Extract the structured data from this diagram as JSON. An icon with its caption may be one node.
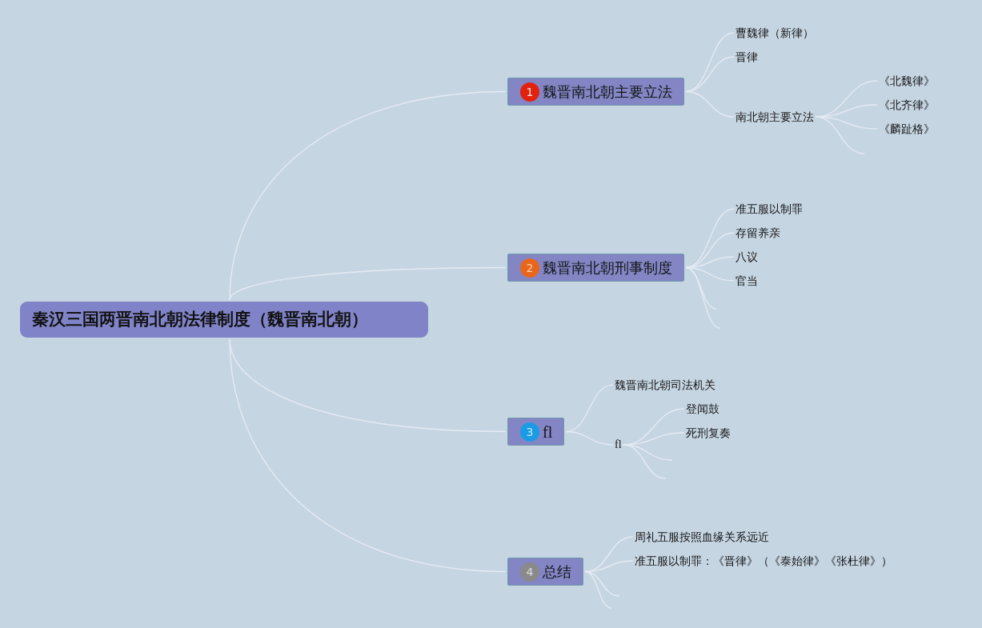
{
  "diagram": {
    "nodes": [
      {
        "text": [
          "秦汉三国两晋南北朝法律制度（魏晋南北朝）"
        ]
      },
      {
        "text": [
          "1",
          "魏晋南北朝主要立法"
        ]
      },
      {
        "text": [
          "曹魏律（新律）"
        ]
      },
      {
        "text": [
          "晋律"
        ]
      },
      {
        "text": [
          "南北朝主要立法"
        ]
      },
      {
        "text": [
          "《北魏律》"
        ]
      },
      {
        "text": [
          "《北齐律》"
        ]
      },
      {
        "text": [
          "《麟趾格》"
        ]
      },
      {
        "text": [
          "2",
          "魏晋南北朝刑事制度"
        ]
      },
      {
        "text": [
          "准五服以制罪"
        ]
      },
      {
        "text": [
          "存留养亲"
        ]
      },
      {
        "text": [
          "八议"
        ]
      },
      {
        "text": [
          "官当"
        ]
      },
      {
        "text": [
          "3",
          "fl"
        ]
      },
      {
        "text": [
          "魏晋南北朝司法机关"
        ]
      },
      {
        "text": [
          "fl"
        ]
      },
      {
        "text": [
          "登闻鼓"
        ]
      },
      {
        "text": [
          "死刑复奏"
        ]
      },
      {
        "text": [
          "4",
          "总结"
        ]
      },
      {
        "text": [
          "周礼五服按照血缘关系远近"
        ]
      },
      {
        "text": [
          "准五服以制罪：《晋律》（《泰始律》《张杜律》）"
        ]
      }
    ],
    "edges": [
      {
        "from": 0,
        "to": 1,
        "arrow": "none"
      },
      {
        "from": 0,
        "to": 8,
        "arrow": "none"
      },
      {
        "from": 0,
        "to": 13,
        "arrow": "none"
      },
      {
        "from": 0,
        "to": 18,
        "arrow": "none"
      },
      {
        "from": 1,
        "to": 2,
        "arrow": "none"
      },
      {
        "from": 1,
        "to": 3,
        "arrow": "none"
      },
      {
        "from": 1,
        "to": 4,
        "arrow": "none"
      },
      {
        "from": 4,
        "to": 5,
        "arrow": "none"
      },
      {
        "from": 4,
        "to": 6,
        "arrow": "none"
      },
      {
        "from": 4,
        "to": 7,
        "arrow": "none"
      },
      {
        "from": 4,
        "to": null,
        "arrow": "none"
      },
      {
        "from": 8,
        "to": 9,
        "arrow": "none"
      },
      {
        "from": 8,
        "to": 10,
        "arrow": "none"
      },
      {
        "from": 8,
        "to": 11,
        "arrow": "none"
      },
      {
        "from": 8,
        "to": 12,
        "arrow": "none"
      },
      {
        "from": 8,
        "to": null,
        "arrow": "none"
      },
      {
        "from": 8,
        "to": null,
        "arrow": "none"
      },
      {
        "from": 13,
        "to": 14,
        "arrow": "none"
      },
      {
        "from": 13,
        "to": 15,
        "arrow": "none"
      },
      {
        "from": 15,
        "to": 16,
        "arrow": "none"
      },
      {
        "from": 15,
        "to": 17,
        "arrow": "none"
      },
      {
        "from": 15,
        "to": null,
        "arrow": "none"
      },
      {
        "from": 15,
        "to": null,
        "arrow": "none"
      },
      {
        "from": 18,
        "to": 19,
        "arrow": "none"
      },
      {
        "from": 18,
        "to": 20,
        "arrow": "none"
      },
      {
        "from": 18,
        "to": null,
        "arrow": "none"
      },
      {
        "from": 18,
        "to": null,
        "arrow": "none"
      }
    ]
  }
}
